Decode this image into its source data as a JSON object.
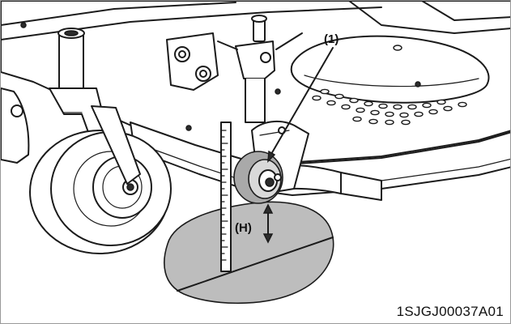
{
  "diagram": {
    "callouts": {
      "part_number": "(1)",
      "height_dimension": "(H)"
    },
    "figure_code": "1SJGJ00037A01"
  }
}
